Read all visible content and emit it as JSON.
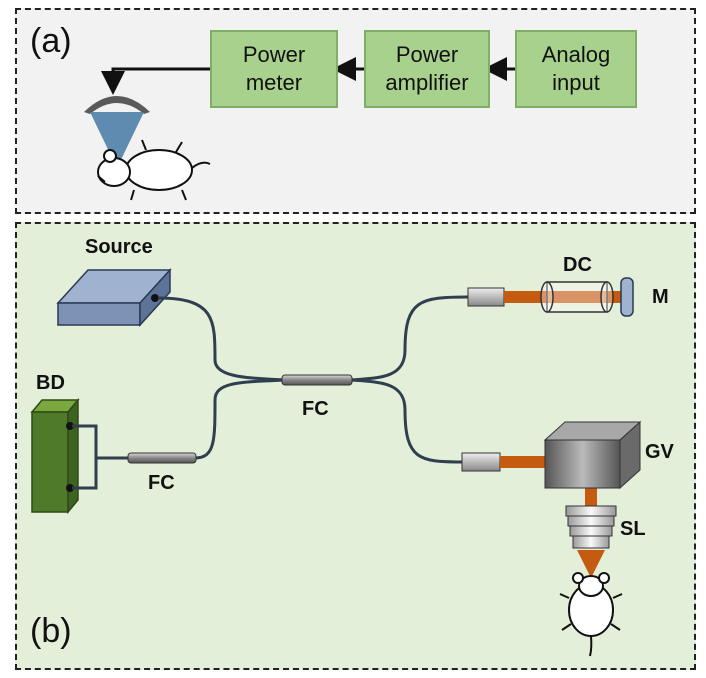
{
  "panels": {
    "a": {
      "label": "(a)",
      "boxes": {
        "power_meter": "Power\nmeter",
        "power_amplifier": "Power\namplifier",
        "analog_input": "Analog\ninput"
      }
    },
    "b": {
      "label": "(b)",
      "components": {
        "source": "Source",
        "bd": "BD",
        "fc_center": "FC",
        "fc_left": "FC",
        "dc": "DC",
        "m": "M",
        "gv": "GV",
        "sl": "SL"
      }
    }
  },
  "colors": {
    "panel_a_bg": "#f2f2f2",
    "panel_b_bg": "#e3efd9",
    "box_fill": "#a9d18e",
    "beam": "#c55a11",
    "fiber": "#2f3f4f",
    "cone": "#4f7fa8"
  }
}
